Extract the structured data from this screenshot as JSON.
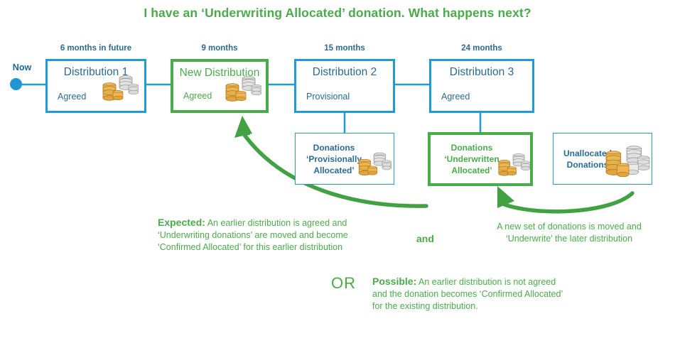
{
  "title": "I have an ‘Underwriting Allocated’ donation. What happens next?",
  "colors": {
    "green": "#4aab4a",
    "blue_border": "#1f9bd6",
    "blue_text": "#2a6b8f",
    "dot": "#2196d6",
    "coin_gold": "#e8a33d",
    "coin_silver": "#cfcfcf"
  },
  "timeline": {
    "now_label": "Now",
    "months": [
      {
        "label": "6 months in future"
      },
      {
        "label": "9 months"
      },
      {
        "label": "15 months"
      },
      {
        "label": "24 months"
      }
    ],
    "boxes": [
      {
        "title": "Distribution 1",
        "status": "Agreed",
        "highlight": "blue",
        "has_coins": true
      },
      {
        "title": "New Distribution",
        "status": "Agreed",
        "highlight": "green",
        "has_coins": true
      },
      {
        "title": "Distribution 2",
        "status": "Provisional",
        "highlight": "blue",
        "has_coins": false
      },
      {
        "title": "Distribution 3",
        "status": "Agreed",
        "highlight": "blue",
        "has_coins": false
      }
    ]
  },
  "donation_boxes": [
    {
      "line1": "Donations",
      "line2": "‘Provisionally",
      "line3": "Allocated’",
      "highlight": "blue"
    },
    {
      "line1": "Donations",
      "line2": "‘Underwritten",
      "line3": "Allocated’",
      "highlight": "green"
    },
    {
      "line1": "Unallocated",
      "line2": "Donations",
      "line3": "",
      "highlight": "blue"
    }
  ],
  "notes": {
    "expected": {
      "lead": "Expected:",
      "line1": " An earlier distribution is agreed and",
      "line2": "‘Underwriting donations’ are moved and become",
      "line3": "‘Confirmed Allocated’ for this earlier distribution"
    },
    "and_word": "and",
    "right": {
      "line1": "A new set of donations is moved and",
      "line2": "‘Underwrite’ the later distribution"
    },
    "or_word": "OR",
    "possible": {
      "lead": "Possible:",
      "line1": " An earlier distribution is not agreed",
      "line2": "and the donation becomes ‘Confirmed Allocated’",
      "line3": "for the existing distribution."
    }
  },
  "icons": {
    "coins": "coin-stack-icon",
    "now_dot": "now-marker-dot-icon",
    "arrow_up": "green-curved-arrow-up-icon",
    "arrow_left": "green-curved-arrow-left-icon"
  }
}
